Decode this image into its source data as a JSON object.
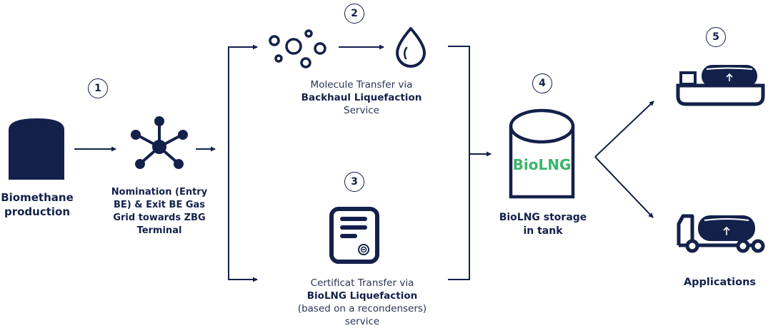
{
  "colors": {
    "primary": "#13214a",
    "accent_green": "#3cb66a",
    "background": "#ffffff"
  },
  "steps": [
    {
      "number": "1"
    },
    {
      "number": "2"
    },
    {
      "number": "3"
    },
    {
      "number": "4"
    },
    {
      "number": "5"
    }
  ],
  "nodes": {
    "biomethane": {
      "icon": "silo-icon",
      "label_line1": "Biomethane",
      "label_line2": "production"
    },
    "nomination": {
      "icon": "network-hub-icon",
      "lines": [
        "Nomination (Entry",
        "BE) & Exit BE Gas",
        "Grid towards ZBG",
        "Terminal"
      ]
    },
    "molecule": {
      "icons": [
        "molecules-icon",
        "droplet-icon"
      ],
      "line1": "Molecule Transfer via",
      "line2_bold": "Backhaul Liquefaction",
      "line3": "Service"
    },
    "certificate": {
      "icon": "certificate-icon",
      "line1": "Certificat Transfer via",
      "line2_bold": "BioLNG Liquefaction",
      "line3": "(based on a recondensers)",
      "line4": "service"
    },
    "storage": {
      "icon": "tank-icon",
      "tank_text": "BioLNG",
      "label_line1": "BioLNG storage",
      "label_line2": "in tank"
    },
    "applications": {
      "icons": [
        "ship-icon",
        "truck-icon"
      ],
      "label": "Applications"
    }
  }
}
